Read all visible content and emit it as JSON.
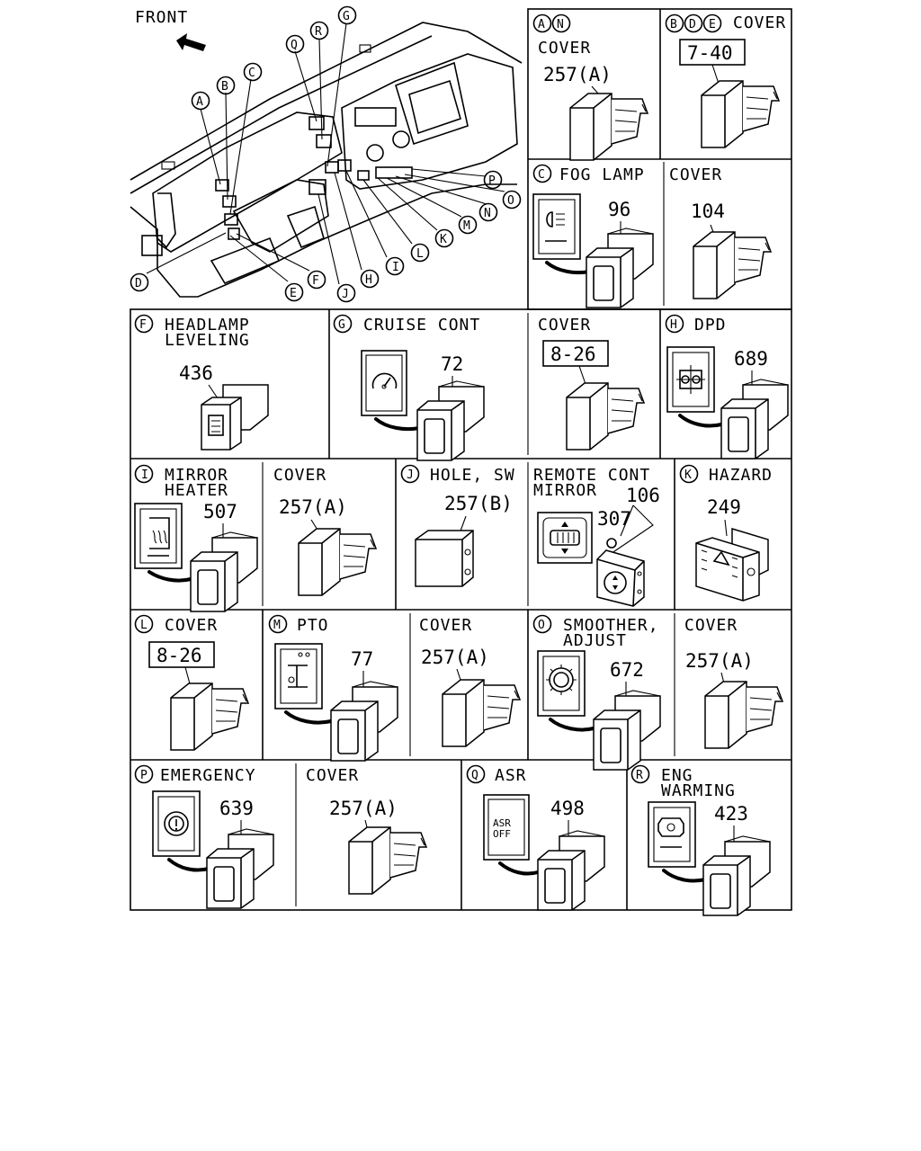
{
  "front_label": "FRONT",
  "callout_letters": [
    "A",
    "B",
    "C",
    "D",
    "E",
    "F",
    "G",
    "H",
    "I",
    "J",
    "K",
    "L",
    "M",
    "N",
    "O",
    "P",
    "Q",
    "R"
  ],
  "panels": {
    "an": {
      "tags": [
        "A",
        "N"
      ],
      "title": "COVER",
      "part": "257(A)"
    },
    "bde": {
      "tags": [
        "B",
        "D",
        "E"
      ],
      "title": "COVER",
      "boxed": "7-40"
    },
    "c_fog": {
      "tags": [
        "C"
      ],
      "title": "FOG LAMP",
      "part": "96"
    },
    "c_cover": {
      "title": "COVER",
      "part": "104"
    },
    "f": {
      "tags": [
        "F"
      ],
      "title1": "HEADLAMP",
      "title2": "LEVELING",
      "part": "436"
    },
    "g": {
      "tags": [
        "G"
      ],
      "title": "CRUISE CONT",
      "part": "72"
    },
    "g_cover": {
      "title": "COVER",
      "boxed": "8-26"
    },
    "h": {
      "tags": [
        "H"
      ],
      "title": "DPD",
      "part": "689"
    },
    "i": {
      "tags": [
        "I"
      ],
      "title1": "MIRROR",
      "title2": "HEATER",
      "part": "507"
    },
    "i_cover": {
      "title": "COVER",
      "part": "257(A)"
    },
    "j": {
      "tags": [
        "J"
      ],
      "title": "HOLE, SW",
      "part": "257(B)"
    },
    "remote": {
      "title1": "REMOTE CONT",
      "title2": "MIRROR",
      "part_a": "106",
      "part_b": "307"
    },
    "k": {
      "tags": [
        "K"
      ],
      "title": "HAZARD",
      "part": "249"
    },
    "l": {
      "tags": [
        "L"
      ],
      "title": "COVER",
      "boxed": "8-26"
    },
    "m": {
      "tags": [
        "M"
      ],
      "title": "PTO",
      "part": "77"
    },
    "m_cover": {
      "title": "COVER",
      "part": "257(A)"
    },
    "o": {
      "tags": [
        "O"
      ],
      "title1": "SMOOTHER,",
      "title2": "ADJUST",
      "part": "672"
    },
    "o_cover": {
      "title": "COVER",
      "part": "257(A)"
    },
    "p": {
      "tags": [
        "P"
      ],
      "title": "EMERGENCY",
      "part": "639"
    },
    "p_cover": {
      "title": "COVER",
      "part": "257(A)"
    },
    "q": {
      "tags": [
        "Q"
      ],
      "title": "ASR",
      "part": "498",
      "icon_text1": "ASR",
      "icon_text2": "OFF"
    },
    "r": {
      "tags": [
        "R"
      ],
      "title1": "ENG",
      "title2": "WARMING",
      "part": "423"
    }
  }
}
